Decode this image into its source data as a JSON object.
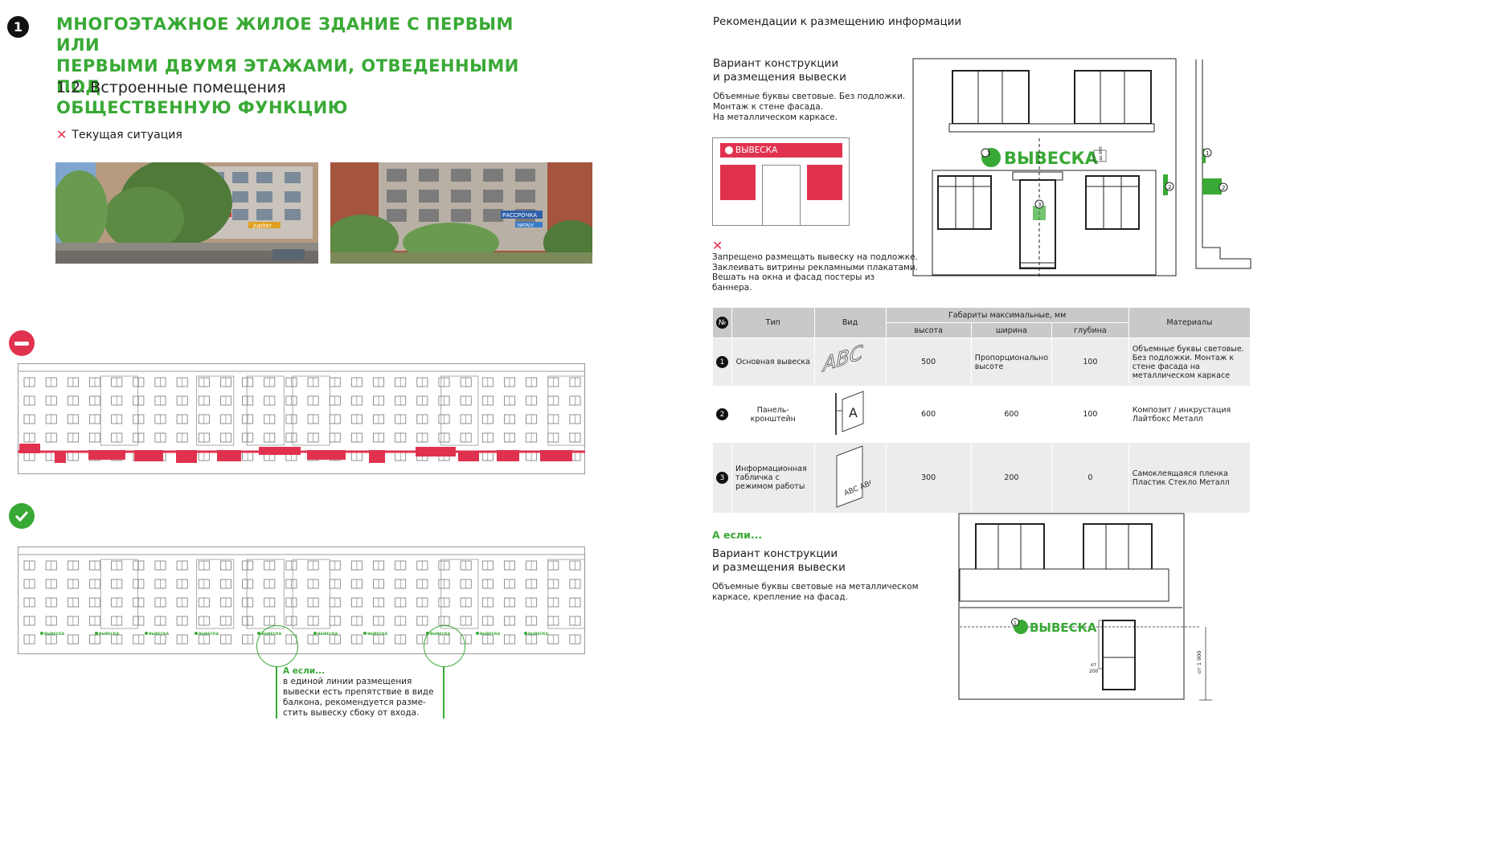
{
  "header": {
    "section_number": "1",
    "title_line1": "МНОГОЭТАЖНОЕ ЖИЛОЕ ЗДАНИЕ С ПЕРВЫМ ИЛИ",
    "title_line2": "ПЕРВЫМИ ДВУМЯ ЭТАЖАМИ, ОТВЕДЕННЫМИ ПОД",
    "title_line3": "ОБЩЕСТВЕННУЮ ФУНКЦИЮ",
    "subtitle": "1.2. Встроенные помещения"
  },
  "current_situation": {
    "marker": "✕",
    "label": "Текущая ситуация"
  },
  "photo_signs": {
    "sign1": "Jupiter",
    "sign2": "РАССРОЧКА",
    "sign3": "NATALY"
  },
  "facade_sign_label": "ВЫВЕСКА",
  "callout": {
    "heading": "А если...",
    "line1": "в единой линии размещения",
    "line2": "вывески есть препятствие в виде",
    "line3": "балкона, рекомендуется разме-",
    "line4": "стить вывеску сбоку от входа."
  },
  "right": {
    "recommendations_title": "Рекомендации к размещению информации",
    "variant_title_line1": "Вариант конструкции",
    "variant_title_line2": "и размещения вывески",
    "variant_desc_line1": "Объемные буквы световые. Без подложки.",
    "variant_desc_line2": "Монтаж к стене фасада.",
    "variant_desc_line3": "На металлическом каркасе.",
    "forbidden_marker": "✕",
    "forbidden_line1": "Запрещено размещать вывеску на подложке.",
    "forbidden_line2": "Заклеивать витрины рекламными плакатами.",
    "forbidden_line3": "Вешать на окна и фасад постеры из",
    "forbidden_line4": "баннера.",
    "bad_sign_label": "ВЫВЕСКА",
    "drawing_sign_label": "ВЫВЕСКА",
    "drawing_dim": "до 600",
    "callout_1": "1",
    "callout_2": "2",
    "callout_3": "3"
  },
  "table": {
    "headers": {
      "num": "№",
      "type": "Тип",
      "view": "Вид",
      "dims": "Габариты максимальные, мм",
      "height": "высота",
      "width": "ширина",
      "depth": "глубина",
      "materials": "Материалы"
    },
    "rows": [
      {
        "num": "1",
        "type": "Основная вывеска",
        "view_text": "ABC",
        "height": "500",
        "width": "Пропорционально высоте",
        "depth": "100",
        "materials": "Объемные буквы световые. Без подложки. Монтаж к стене фасада на металлическом каркасе"
      },
      {
        "num": "2",
        "type": "Панель-кронштейн",
        "view_text": "A",
        "height": "600",
        "width": "600",
        "depth": "100",
        "materials": "Композит / инкрустация Лайтбокс Металл"
      },
      {
        "num": "3",
        "type": "Информационная табличка с режимом работы",
        "view_text": "ABC ABC ABC",
        "height": "300",
        "width": "200",
        "depth": "0",
        "materials": "Самоклеящаяся пленка Пластик Стекло Металл"
      }
    ]
  },
  "second_variant": {
    "if_label": "А если...",
    "title_line1": "Вариант конструкции",
    "title_line2": "и размещения вывески",
    "desc_line1": "Объемные буквы световые на металлическом",
    "desc_line2": "каркасе, крепление на фасад.",
    "sign_label": "ВЫВЕСКА",
    "dim_from": "от",
    "dim_200": "200",
    "dim_1900": "от 1 900"
  },
  "colors": {
    "green": "#39a935",
    "red": "#e0324f",
    "black": "#111111"
  }
}
